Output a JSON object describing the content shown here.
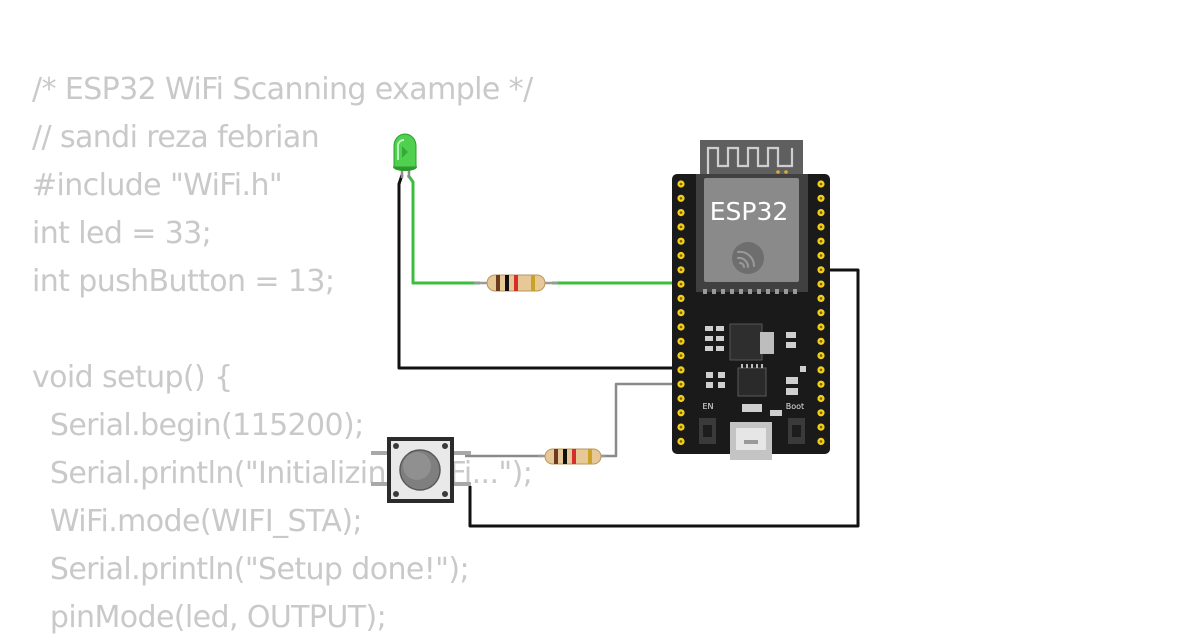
{
  "code_lines": [
    "/* ESP32 WiFi Scanning example */",
    "// sandi reza febrian",
    "#include \"WiFi.h\"",
    "int led = 33;",
    "int pushButton = 13;",
    "",
    "void setup() {",
    "  Serial.begin(115200);",
    "  Serial.println(\"Initializing WiFi...\");",
    "  WiFi.mode(WIFI_STA);",
    "  Serial.println(\"Setup done!\");",
    "  pinMode(led, OUTPUT);"
  ],
  "board": {
    "label": "ESP32",
    "en_label": "EN",
    "boot_label": "Boot",
    "color": "#1a1a1a",
    "pin_color": "#f2d01a"
  },
  "components": {
    "led_color": "#3fc43f",
    "button_cap_color": "#808080"
  },
  "wires": {
    "led_signal_color": "#3dbd3d",
    "ground_color": "#111111",
    "button_signal_color": "#8a8a8a"
  }
}
